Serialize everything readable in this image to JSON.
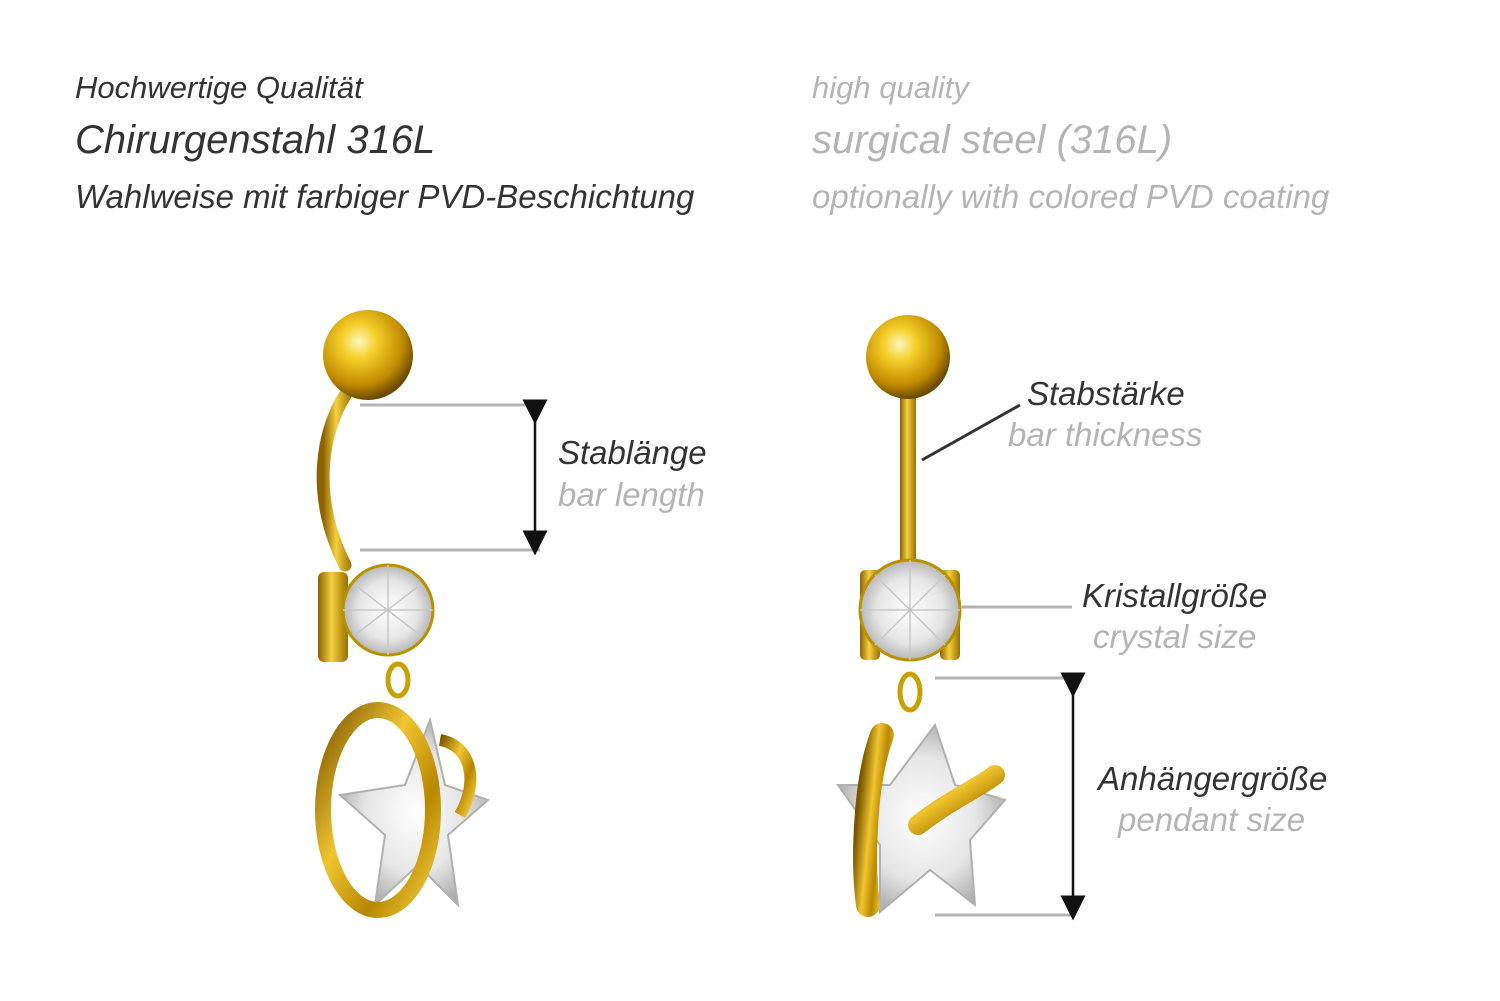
{
  "header": {
    "de": {
      "line1": "Hochwertige Qualität",
      "line2": "Chirurgenstahl 316L",
      "line3": "Wahlweise mit farbiger PVD-Beschichtung"
    },
    "en": {
      "line1": "high quality",
      "line2": "surgical steel (316L)",
      "line3": "optionally with colored PVD coating"
    }
  },
  "labels": {
    "bar_length": {
      "de": "Stablänge",
      "en": "bar length"
    },
    "bar_thickness": {
      "de": "Stabstärke",
      "en": "bar thickness"
    },
    "crystal_size": {
      "de": "Kristallgröße",
      "en": "crystal size"
    },
    "pendant_size": {
      "de": "Anhängergröße",
      "en": "pendant size"
    }
  },
  "colors": {
    "gold": "#e0b000",
    "gold_dark": "#8a6200",
    "crystal": "#e8e8e8",
    "measure_line": "#b4b4b4",
    "text_primary": "#333333",
    "text_secondary": "#b4b4b4"
  }
}
